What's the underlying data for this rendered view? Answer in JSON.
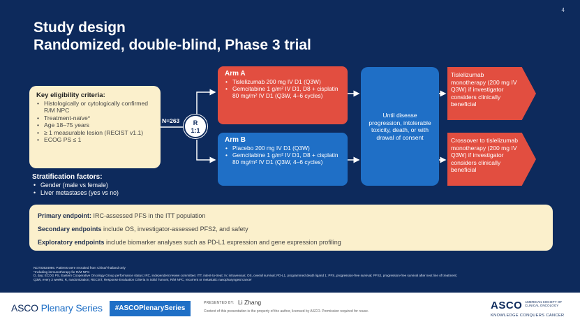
{
  "slide": {
    "page_number": "4",
    "title_line1": "Study design",
    "title_line2": "Randomized, double-blind, Phase 3 trial"
  },
  "eligibility": {
    "heading": "Key eligibility criteria:",
    "items": [
      "Histologically or cytologically confirmed R/M NPC",
      "Treatment-naïve*",
      "Age 18–75 years",
      "≥ 1 measurable lesion (RECIST v1.1)",
      "ECOG PS ≤ 1"
    ]
  },
  "stratification": {
    "heading": "Stratification factors:",
    "items": [
      "Gender (male vs female)",
      "Liver metastases (yes vs no)"
    ]
  },
  "randomization": {
    "n_label": "N=263",
    "symbol_line1": "R",
    "symbol_line2": "1:1"
  },
  "arm_a": {
    "title": "Arm A",
    "items": [
      "Tislelizumab 200 mg IV D1 (Q3W)",
      "Gemcitabine 1 g/m² IV D1, D8 + cisplatin 80 mg/m² IV D1 (Q3W, 4–6 cycles)"
    ]
  },
  "arm_b": {
    "title": "Arm B",
    "items": [
      "Placebo 200 mg IV D1 (Q3W)",
      "Gemcitabine 1 g/m² IV D1, D8 + cisplatin 80 mg/m² IV D1 (Q3W, 4–6 cycles)"
    ]
  },
  "outcome": {
    "text": "Until disease progression, intolerable toxicity, death, or with drawal of consent"
  },
  "continuation": {
    "arm_a": "Tislelizumab monotherapy (200 mg IV Q3W) if investigator considers clinically beneficial",
    "arm_b": "Crossover to tislelizumab monotherapy (200 mg IV Q3W) if investigator considers clinically beneficial"
  },
  "endpoints": {
    "primary_label": "Primary endpoint:",
    "primary_text": " IRC-assessed PFS in the ITT population",
    "secondary_label": "Secondary endpoints",
    "secondary_text": " include OS, investigator-assessed PFS2, and safety",
    "exploratory_label": "Exploratory endpoints",
    "exploratory_text": " include biomarker analyses such as PD-L1 expression and gene expression profiling"
  },
  "footnotes": [
    "NCT03924986. Patients were recruited from China/Thailand only",
    "*Including immunotherapy for R/M NPC",
    "D, day; ECOG PS, Eastern Cooperative Oncology Group performance status; IRC, independent review committee; ITT, intent-to-treat; IV, intravenous; OS, overall survival; PD-L1, programmed death ligand 1; PFS, progression-free survival; PFS2, progression-free survival after next line of treatment;",
    "Q3W, every 3 weeks; R, randomization; RECIST, Response Evaluation Criteria in Solid Tumors; R/M NPC, recurrent or metastatic nasopharyngeal cancer"
  ],
  "footer": {
    "asco": "ASCO",
    "plenary_series": " Plenary Series",
    "hashtag": "#ASCOPlenarySeries",
    "presented_by": "PRESENTED BY:",
    "presenter": "Li Zhang",
    "content_note": "Content of this presentation is the property of the author, licensed by ASCO. Permission required for reuse.",
    "logo_text": "ASCO",
    "society_name": "AMERICAN SOCIETY OF CLINICAL ONCOLOGY",
    "tagline": "KNOWLEDGE CONQUERS CANCER"
  },
  "colors": {
    "background": "#0d2a5c",
    "arm_a": "#e24e40",
    "arm_b": "#1f6fc6",
    "panel": "#fbf0cc"
  }
}
